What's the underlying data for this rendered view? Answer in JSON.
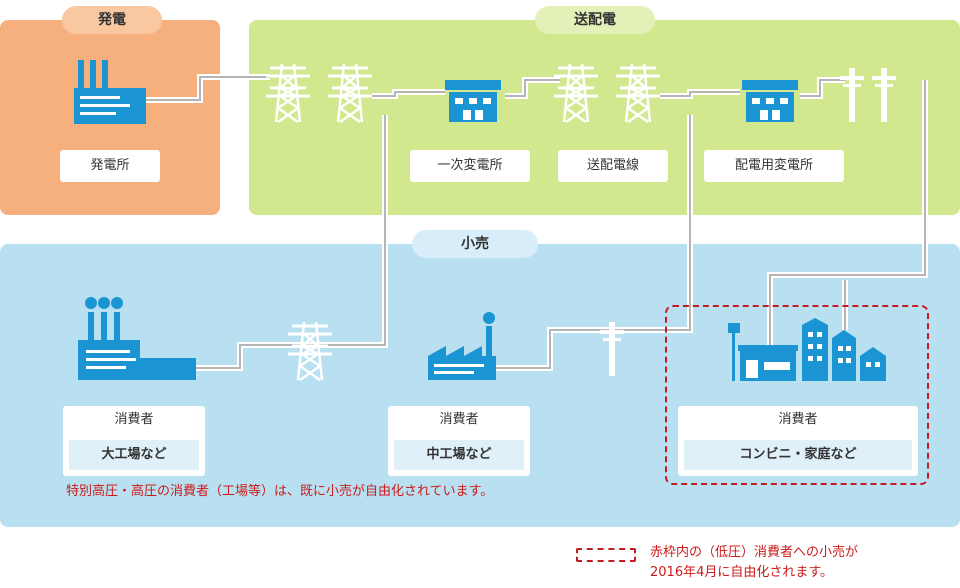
{
  "panels": {
    "generation": {
      "title": "発電"
    },
    "transmission": {
      "title": "送配電"
    },
    "retail": {
      "title": "小売"
    }
  },
  "facilities": {
    "power_plant": "発電所",
    "primary_substation": "一次変電所",
    "transmission_lines": "送配電線",
    "distribution_substation": "配電用変電所"
  },
  "consumers": [
    {
      "label": "消費者",
      "type": "大工場など"
    },
    {
      "label": "消費者",
      "type": "中工場など"
    },
    {
      "label": "消費者",
      "type": "コンビニ・家庭など"
    }
  ],
  "notes": {
    "special_high_voltage": "特別高圧・高圧の消費者（工場等）は、既に小売が自由化されています。",
    "legend_line1": "赤枠内の（低圧）消費者への小売が",
    "legend_line2": "2016年4月に自由化されます。"
  },
  "colors": {
    "generation_bg": "#f5b07e",
    "transmission_bg": "#d2e88e",
    "retail_bg": "#b9e0f1",
    "icon_blue": "#1a94d2",
    "highlight_red": "#c51c24"
  }
}
